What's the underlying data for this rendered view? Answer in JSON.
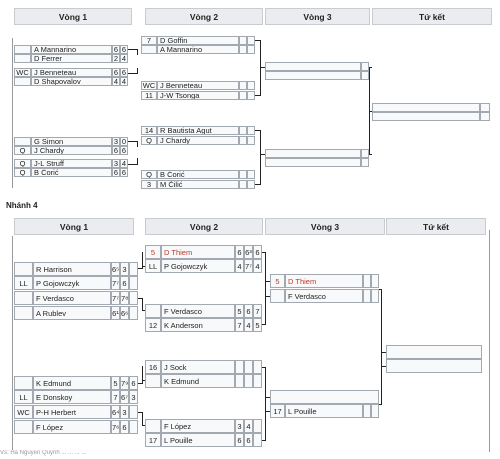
{
  "section2_title": "Nhánh 4",
  "headers": {
    "r1": "Vòng 1",
    "r2": "Vòng 2",
    "r3": "Vòng 3",
    "qf": "Tứ kết"
  },
  "top": {
    "r1": [
      {
        "seed": "",
        "name": "A Mannarino",
        "s": [
          "6",
          "6"
        ]
      },
      {
        "seed": "",
        "name": "D Ferrer",
        "s": [
          "2",
          "4"
        ]
      },
      {
        "seed": "WC",
        "name": "J Benneteau",
        "s": [
          "6",
          "6"
        ]
      },
      {
        "seed": "",
        "name": "D Shapovalov",
        "s": [
          "4",
          "4"
        ]
      },
      {
        "seed": "",
        "name": "G Simon",
        "s": [
          "3",
          "0"
        ]
      },
      {
        "seed": "Q",
        "name": "J Chardy",
        "s": [
          "6",
          "6"
        ]
      },
      {
        "seed": "Q",
        "name": "J-L Struff",
        "s": [
          "3",
          "4"
        ]
      },
      {
        "seed": "Q",
        "name": "B Ćorić",
        "s": [
          "6",
          "6"
        ]
      }
    ],
    "r2": [
      {
        "seed": "7",
        "name": "D Goffin"
      },
      {
        "seed": "",
        "name": "A Mannarino"
      },
      {
        "seed": "WC",
        "name": "J Benneteau"
      },
      {
        "seed": "11",
        "name": "J-W Tsonga"
      },
      {
        "seed": "14",
        "name": "R Bautista Agut"
      },
      {
        "seed": "Q",
        "name": "J Chardy"
      },
      {
        "seed": "Q",
        "name": "B Ćorić"
      },
      {
        "seed": "3",
        "name": "M Čilić"
      }
    ]
  },
  "bottom": {
    "r1": [
      {
        "seed": "",
        "name": "R Harrison",
        "s": [
          "6⁵",
          "3",
          ""
        ]
      },
      {
        "seed": "LL",
        "name": "P Gojowczyk",
        "s": [
          "7⁷",
          "6",
          ""
        ]
      },
      {
        "seed": "",
        "name": "F Verdasco",
        "s": [
          "7⁷",
          "7⁸",
          ""
        ]
      },
      {
        "seed": "",
        "name": "A Rublev",
        "s": [
          "6¹",
          "6⁶",
          ""
        ]
      },
      {
        "seed": "",
        "name": "K Edmund",
        "s": [
          "5",
          "7⁹",
          "6"
        ]
      },
      {
        "seed": "LL",
        "name": "E Donskoy",
        "s": [
          "7",
          "6⁷",
          "3"
        ]
      },
      {
        "seed": "WC",
        "name": "P-H Herbert",
        "s": [
          "6⁴",
          "3",
          ""
        ]
      },
      {
        "seed": "",
        "name": "F López",
        "s": [
          "7⁶",
          "6",
          ""
        ]
      }
    ],
    "r2": [
      {
        "seed": "5",
        "name": "D Thiem",
        "s": [
          "6",
          "6³",
          "6"
        ],
        "red": true
      },
      {
        "seed": "LL",
        "name": "P Gojowczyk",
        "s": [
          "4",
          "7⁷",
          "4"
        ]
      },
      {
        "seed": "",
        "name": "F Verdasco",
        "s": [
          "5",
          "6",
          "7"
        ]
      },
      {
        "seed": "12",
        "name": "K Anderson",
        "s": [
          "7",
          "4",
          "5"
        ]
      },
      {
        "seed": "16",
        "name": "J Sock",
        "s": [
          "",
          "",
          ""
        ]
      },
      {
        "seed": "",
        "name": "K Edmund",
        "s": [
          "",
          "",
          ""
        ]
      },
      {
        "seed": "",
        "name": "F López",
        "s": [
          "3",
          "4",
          ""
        ]
      },
      {
        "seed": "17",
        "name": "L Pouille",
        "s": [
          "6",
          "6",
          ""
        ]
      }
    ],
    "r3": [
      {
        "seed": "5",
        "name": "D Thiem",
        "red": true
      },
      {
        "seed": "",
        "name": "F Verdasco"
      },
      {
        "seed": "",
        "name": ""
      },
      {
        "seed": "17",
        "name": "L Pouille"
      }
    ]
  },
  "footer": "Vs: Hà Nguyễn Quỳnh ... ... ... ..."
}
